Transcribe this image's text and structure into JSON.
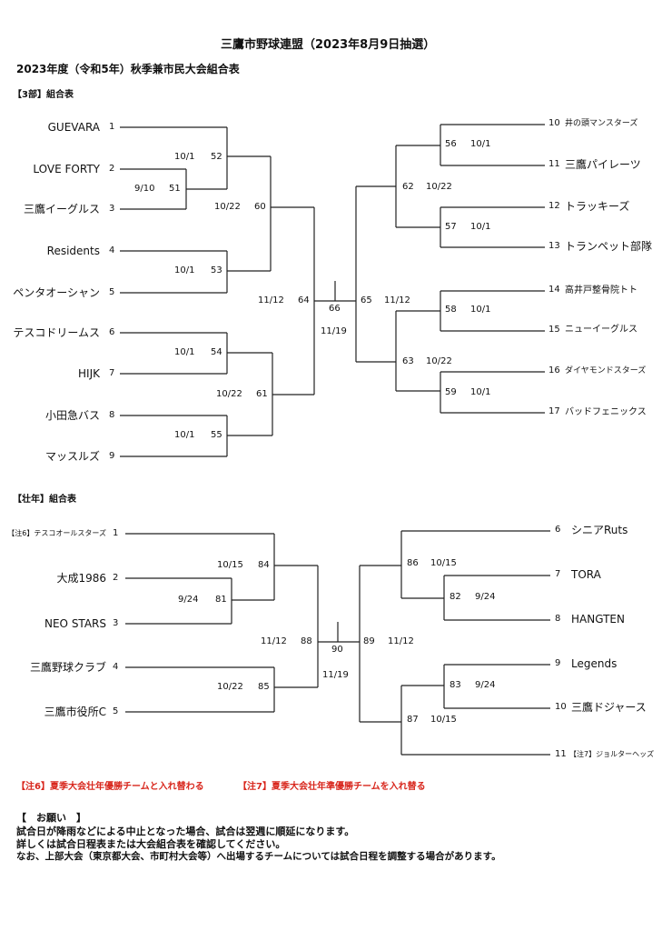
{
  "header": {
    "title": "三鷹市野球連盟（2023年8月9日抽選）",
    "subtitle": "2023年度（令和5年）秋季兼市民大会組合表"
  },
  "div3": {
    "label": "【3部】組合表",
    "teams": [
      {
        "seed": "1",
        "name": "GUEVARA"
      },
      {
        "seed": "2",
        "name": "LOVE  FORTY"
      },
      {
        "seed": "3",
        "name": "三鷹イーグルス"
      },
      {
        "seed": "4",
        "name": "Residents"
      },
      {
        "seed": "5",
        "name": "ペンタオーシャン"
      },
      {
        "seed": "6",
        "name": "テスコドリームス"
      },
      {
        "seed": "7",
        "name": "HIJK"
      },
      {
        "seed": "8",
        "name": "小田急バス"
      },
      {
        "seed": "9",
        "name": "マッスルズ"
      },
      {
        "seed": "10",
        "name": "井の頭マンスターズ"
      },
      {
        "seed": "11",
        "name": "三鷹パイレーツ"
      },
      {
        "seed": "12",
        "name": "トラッキーズ"
      },
      {
        "seed": "13",
        "name": "トランペット部隊"
      },
      {
        "seed": "14",
        "name": "高井戸整骨院トト"
      },
      {
        "seed": "15",
        "name": "ニューイーグルス"
      },
      {
        "seed": "16",
        "name": "ダイヤモンドスターズ"
      },
      {
        "seed": "17",
        "name": "バッドフェニックス"
      }
    ],
    "games": [
      {
        "no": "51",
        "date": "9/10"
      },
      {
        "no": "52",
        "date": "10/1"
      },
      {
        "no": "53",
        "date": "10/1"
      },
      {
        "no": "54",
        "date": "10/1"
      },
      {
        "no": "55",
        "date": "10/1"
      },
      {
        "no": "60",
        "date": "10/22"
      },
      {
        "no": "61",
        "date": "10/22"
      },
      {
        "no": "64",
        "date": "11/12"
      },
      {
        "no": "56",
        "date": "10/1"
      },
      {
        "no": "57",
        "date": "10/1"
      },
      {
        "no": "58",
        "date": "10/1"
      },
      {
        "no": "59",
        "date": "10/1"
      },
      {
        "no": "62",
        "date": "10/22"
      },
      {
        "no": "63",
        "date": "10/22"
      },
      {
        "no": "65",
        "date": "11/12"
      },
      {
        "no": "66",
        "date": "11/19"
      }
    ]
  },
  "senior": {
    "label": "【壮年】組合表",
    "teams": [
      {
        "seed": "1",
        "name": "【注6】テスコオールスターズ"
      },
      {
        "seed": "2",
        "name": "大成1986"
      },
      {
        "seed": "3",
        "name": "NEO  STARS"
      },
      {
        "seed": "4",
        "name": "三鷹野球クラブ"
      },
      {
        "seed": "5",
        "name": "三鷹市役所C"
      },
      {
        "seed": "6",
        "name": "シニアRuts"
      },
      {
        "seed": "7",
        "name": "TORA"
      },
      {
        "seed": "8",
        "name": "HANGTEN"
      },
      {
        "seed": "9",
        "name": "Legends"
      },
      {
        "seed": "10",
        "name": "三鷹ドジャース"
      },
      {
        "seed": "11",
        "name": "【注7】ジョルターヘッズ"
      }
    ],
    "games": [
      {
        "no": "81",
        "date": "9/24"
      },
      {
        "no": "84",
        "date": "10/15"
      },
      {
        "no": "85",
        "date": "10/22"
      },
      {
        "no": "88",
        "date": "11/12"
      },
      {
        "no": "82",
        "date": "9/24"
      },
      {
        "no": "83",
        "date": "9/24"
      },
      {
        "no": "86",
        "date": "10/15"
      },
      {
        "no": "87",
        "date": "10/15"
      },
      {
        "no": "89",
        "date": "11/12"
      },
      {
        "no": "90",
        "date": "11/19"
      }
    ]
  },
  "notes": {
    "note6": "【注6】夏季大会壮年優勝チームと入れ替わる",
    "note7": "【注7】夏季大会壮年準優勝チームを入れ替る"
  },
  "request": {
    "heading": "【　お願い　】",
    "lines": [
      "試合日が降雨などによる中止となった場合、試合は翌週に順延になります。",
      "詳しくは試合日程表または大会組合表を確認してください。",
      "なお、上部大会（東京都大会、市町村大会等）へ出場するチームについては試合日程を調整する場合があります。"
    ]
  }
}
